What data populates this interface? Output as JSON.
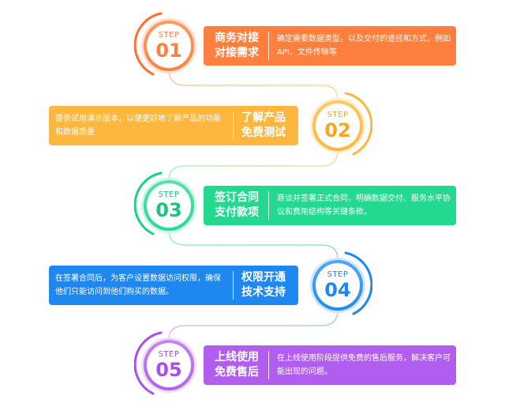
{
  "steps": [
    {
      "label": "STEP",
      "number": "01",
      "title_line1": "商务对接",
      "title_line2": "对接需求",
      "description": "确定需要数据类型，以及交付的途径和方式，例如API、文件传输等",
      "color": "#FF7F3F",
      "accent": "#FFB78E"
    },
    {
      "label": "STEP",
      "number": "02",
      "title_line1": "了解产品",
      "title_line2": "免费测试",
      "description": "提供试用演示版本，以便更好地了解产品的功能和数据质量",
      "color": "#FDB63E",
      "accent": "#FFD880"
    },
    {
      "label": "STEP",
      "number": "03",
      "title_line1": "签订合同",
      "title_line2": "支付款项",
      "description": "商谈并签署正式合同，明确数据交付、服务水平协议和费用结构等关键条款。",
      "color": "#22D98F",
      "accent": "#8BF0C4"
    },
    {
      "label": "STEP",
      "number": "04",
      "title_line1": "权限开通",
      "title_line2": "技术支持",
      "description": "在签署合同后，为客户设置数据访问权限，确保他们只能访问到他们购买的数据。",
      "color": "#1E88F0",
      "accent": "#8CC7FF"
    },
    {
      "label": "STEP",
      "number": "05",
      "title_line1": "上线使用",
      "title_line2": "免费售后",
      "description": "在上线使用阶段提供免费的售后服务，解决客户可能出现的问题。",
      "color": "#B15DF0",
      "accent": "#DAB3FA"
    }
  ]
}
